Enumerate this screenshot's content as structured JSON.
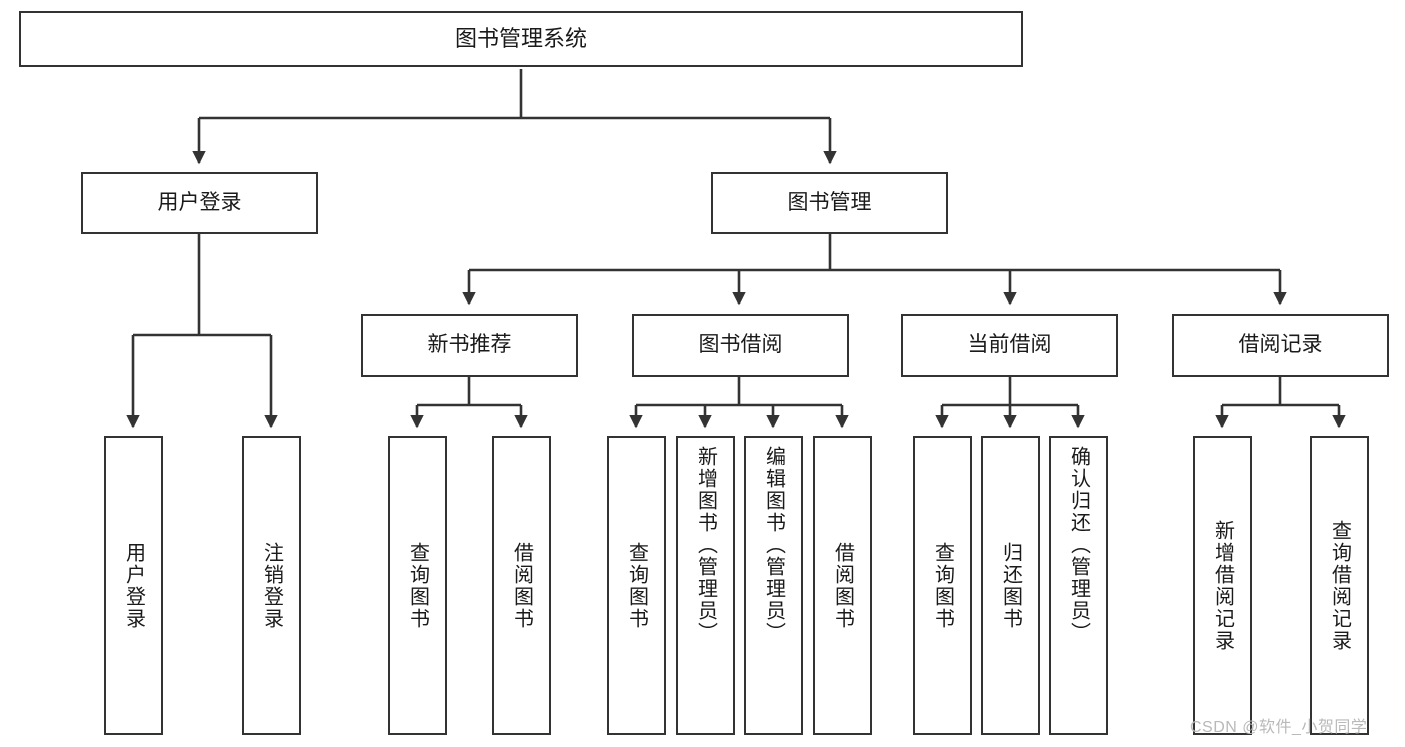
{
  "diagram": {
    "type": "tree-hierarchy",
    "title": "图书管理系统",
    "orientation": "top-down",
    "background_color": "#ffffff",
    "box_border_color": "#333333",
    "connector_color": "#333333"
  },
  "nodes": {
    "root": {
      "label": "图书管理系统"
    },
    "level1": [
      {
        "id": "user-login",
        "label": "用户登录"
      },
      {
        "id": "book-manage",
        "label": "图书管理"
      }
    ],
    "level2": [
      {
        "id": "new-book-recommend",
        "label": "新书推荐"
      },
      {
        "id": "book-borrow",
        "label": "图书借阅"
      },
      {
        "id": "current-borrow",
        "label": "当前借阅"
      },
      {
        "id": "borrow-record",
        "label": "借阅记录"
      }
    ],
    "leaves": {
      "user_login": [
        {
          "id": "leaf-user-login",
          "label": "用户登录"
        },
        {
          "id": "leaf-logout-login",
          "label": "注销登录"
        }
      ],
      "new_book_recommend": [
        {
          "id": "leaf-query-book-1",
          "label": "查询图书"
        },
        {
          "id": "leaf-borrow-book-1",
          "label": "借阅图书"
        }
      ],
      "book_borrow": [
        {
          "id": "leaf-query-book-2",
          "label": "查询图书"
        },
        {
          "id": "leaf-add-book",
          "label": "新增图书（管理员）"
        },
        {
          "id": "leaf-edit-book",
          "label": "编辑图书（管理员）"
        },
        {
          "id": "leaf-borrow-book-2",
          "label": "借阅图书"
        }
      ],
      "current_borrow": [
        {
          "id": "leaf-query-book-3",
          "label": "查询图书"
        },
        {
          "id": "leaf-return-book",
          "label": "归还图书"
        },
        {
          "id": "leaf-confirm-return",
          "label": "确认归还（管理员）"
        }
      ],
      "borrow_record": [
        {
          "id": "leaf-add-borrow-record",
          "label": "新增借阅记录"
        },
        {
          "id": "leaf-query-borrow-record",
          "label": "查询借阅记录"
        }
      ]
    }
  },
  "watermark": {
    "text": "CSDN @软件_小贺同学"
  }
}
